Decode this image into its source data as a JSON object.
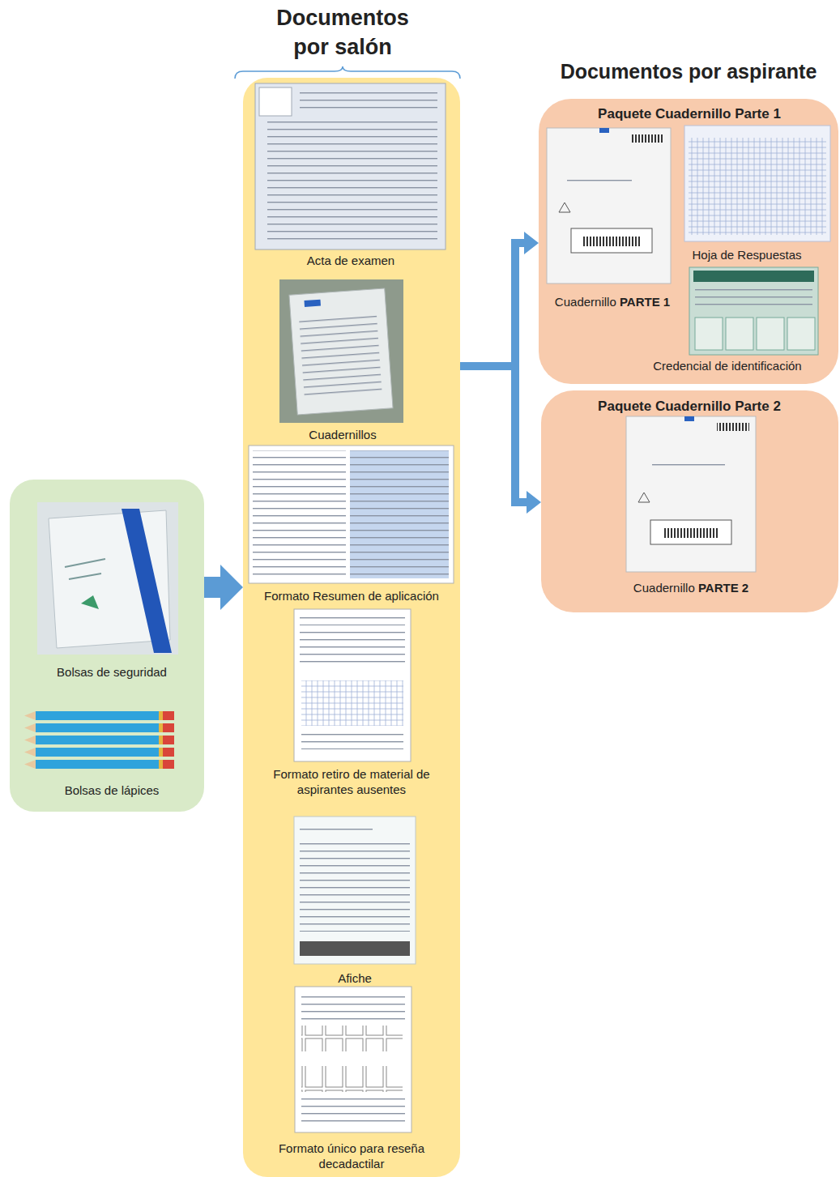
{
  "diagram": {
    "nodes": [
      {
        "text": [
          "Bolsas de seguridad",
          "Bolsas de lápices"
        ]
      },
      {
        "text": [
          "Documentos por salón",
          "Acta de examen",
          "Cuadernillos",
          "Formato Resumen de aplicación",
          "Formato retiro de material de aspirantes ausentes",
          "Afiche",
          "Formato único para reseña decadactilar"
        ]
      },
      {
        "text": [
          "Paquete Cuadernillo Parte 1",
          "Cuadernillo PARTE 1",
          "Hoja de Respuestas",
          "Credencial de identificación"
        ]
      },
      {
        "text": [
          "Paquete Cuadernillo Parte 2",
          "Cuadernillo PARTE 2"
        ]
      }
    ],
    "edges": [
      {
        "from": 0,
        "to": 1,
        "arrow": "to"
      },
      {
        "from": 1,
        "to": 2,
        "arrow": "to"
      },
      {
        "from": 1,
        "to": 3,
        "arrow": "to"
      }
    ],
    "labels": [
      "Documentos por aspirante"
    ]
  }
}
